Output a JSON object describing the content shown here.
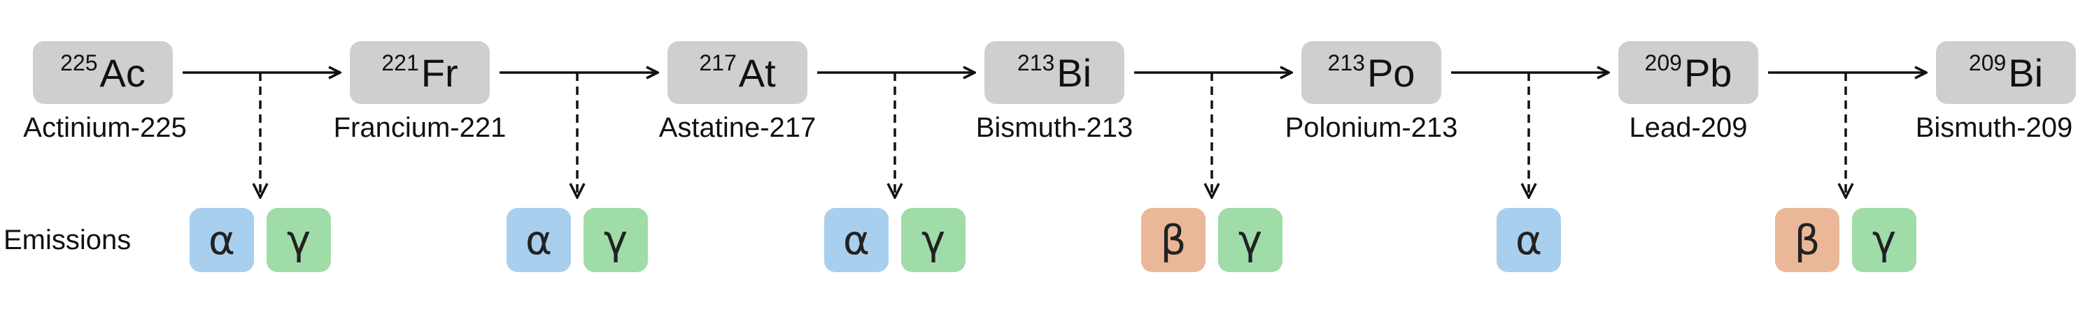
{
  "diagram": {
    "emissions_label": "Emissions",
    "colors": {
      "node": "#cfcfcf",
      "alpha": "#a9cfee",
      "beta": "#eab899",
      "gamma": "#9fdca8",
      "arrow": "#111111"
    },
    "nodes": [
      {
        "mass": "225",
        "symbol": "Ac",
        "name": "Actinium-225"
      },
      {
        "mass": "221",
        "symbol": "Fr",
        "name": "Francium-221"
      },
      {
        "mass": "217",
        "symbol": "At",
        "name": "Astatine-217"
      },
      {
        "mass": "213",
        "symbol": "Bi",
        "name": "Bismuth-213"
      },
      {
        "mass": "213",
        "symbol": "Po",
        "name": "Polonium-213"
      },
      {
        "mass": "209",
        "symbol": "Pb",
        "name": "Lead-209"
      },
      {
        "mass": "209",
        "symbol": "Bi",
        "name": "Bismuth-209"
      }
    ],
    "emissions": [
      [
        {
          "type": "alpha",
          "symbol": "α"
        },
        {
          "type": "gamma",
          "symbol": "γ"
        }
      ],
      [
        {
          "type": "alpha",
          "symbol": "α"
        },
        {
          "type": "gamma",
          "symbol": "γ"
        }
      ],
      [
        {
          "type": "alpha",
          "symbol": "α"
        },
        {
          "type": "gamma",
          "symbol": "γ"
        }
      ],
      [
        {
          "type": "beta",
          "symbol": "β"
        },
        {
          "type": "gamma",
          "symbol": "γ"
        }
      ],
      [
        {
          "type": "alpha",
          "symbol": "α"
        }
      ],
      [
        {
          "type": "beta",
          "symbol": "β"
        },
        {
          "type": "gamma",
          "symbol": "γ"
        }
      ]
    ]
  }
}
